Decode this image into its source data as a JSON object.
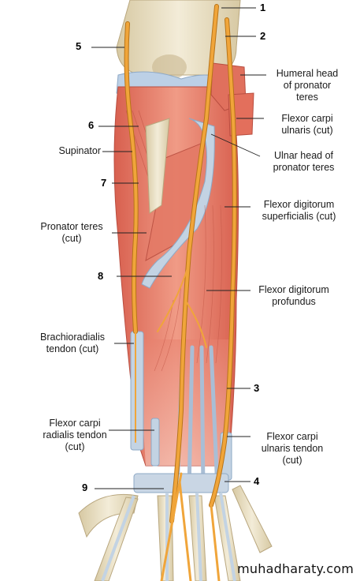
{
  "labels": {
    "humeral_head": "Humeral head\nof pronator\nteres",
    "fcu": "Flexor carpi\nulnaris (cut)",
    "ulnar_head": "Ulnar head of\npronator teres",
    "fds": "Flexor digitorum\nsuperficialis (cut)",
    "fdp": "Flexor digitorum\nprofundus",
    "supinator": "Supinator",
    "pronator_cut": "Pronator teres\n(cut)",
    "brachio": "Brachioradialis\ntendon (cut)",
    "fcr": "Flexor carpi\nradialis tendon\n(cut)",
    "fcu_tendon": "Flexor carpi\nulnaris tendon\n(cut)"
  },
  "numbers": {
    "n1": "1",
    "n2": "2",
    "n3": "3",
    "n4": "4",
    "n5": "5",
    "n6": "6",
    "n7": "7",
    "n8": "8",
    "n9": "9"
  },
  "watermark": "muhadharaty.com",
  "colors": {
    "muscle": "#e8816e",
    "muscle_dark": "#c95c4d",
    "bone": "#efe6cf",
    "bone_shade": "#d6c9a6",
    "cartilage": "#bcd0e6",
    "tendon": "#c3d3e3",
    "nerve": "#f0a53a",
    "nerve_edge": "#b87418"
  }
}
